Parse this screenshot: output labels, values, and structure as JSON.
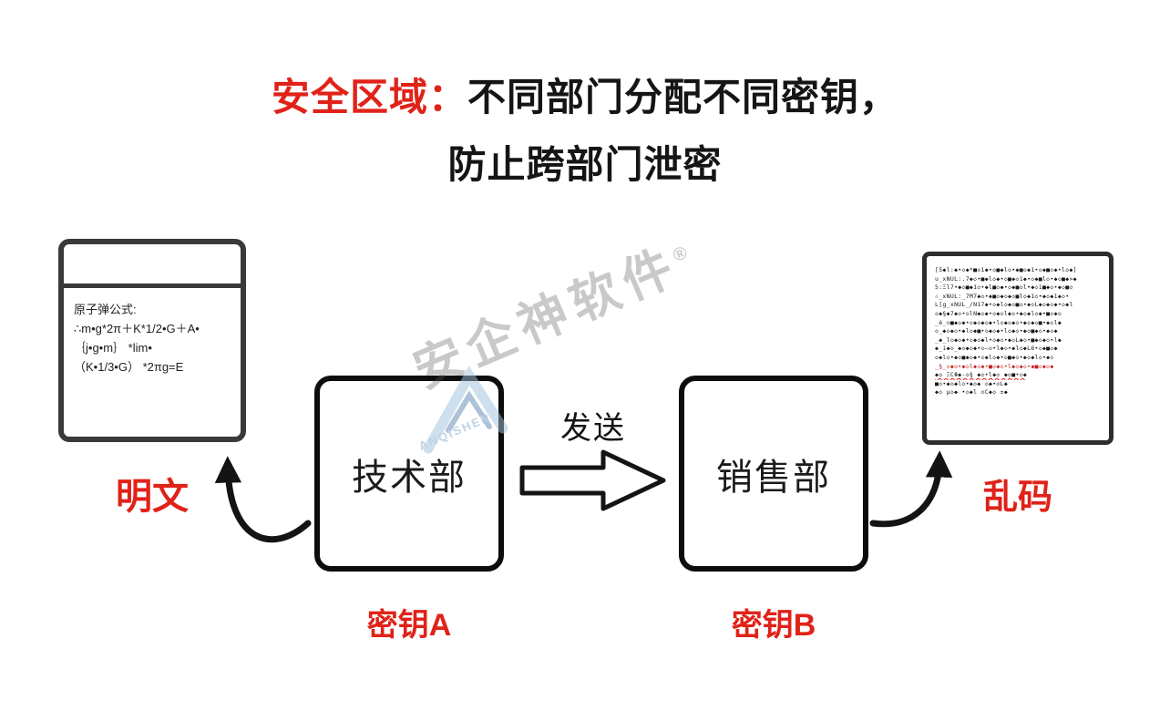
{
  "title": {
    "highlight": "安全区域：",
    "rest": "不同部门分配不同密钥，",
    "line2": "防止跨部门泄密"
  },
  "plaintext_doc": {
    "heading": "原子弹公式:",
    "formula_lines": [
      "∴m•g*2π＋K*1/2•G＋A•",
      "｛j•g•m｝ *lim•",
      "（K•1/3•G） *2πg=E"
    ]
  },
  "boxes": {
    "tech_dept": "技术部",
    "sales_dept": "销售部"
  },
  "labels": {
    "plaintext": "明文",
    "key_a": "密钥A",
    "key_b": "密钥B",
    "send": "发送",
    "garbled": "乱码"
  },
  "garbled_doc": {
    "lines": [
      "[5◆l:◆•◇◆*■◇1◆•◇■◆l◇•◆■◇◆1•◇◆■◇◆•l◇◆]",
      "u_xNUL:.7◆◇•■◆l◇◆•◇■◆◇1◆•◇◆■l◇•◆◇■◆>◆",
      "5:Ξl7•◆◇■◆1◇•◆l■◇◆•◇◆■◇l•◆◇1■◆◇•◆◇■◇",
      "∴_xNUL:_7M7◆◇•◆■◇◆◇◆◇■l◇◆1◇•◆◇◆1◆◇•",
      "L[g_xNUL_/N17◆•◇◆l◇◆◇■◇•◆◇L◆◇◆◇◆•◇◆l",
      "◇◆§◆7◆◇•◇lN◆◇◆•◇◆◇l◆◇•◆◇◆l◇◆•■◇◆◇",
      "_é_◇■◆◇◆•◇◆◇◆◇◆•l◇◆◇◆◇•◆◇◆◇■•◆◇l◆",
      "◇_◆◇◆◇•◆l◇◆■•◇◆◇◆•l◇◆◇•◆◇■◆◇•◆◇◆",
      "_◆_l◇◆◇◆•◇◆◇◆l•◇◆◇•◆◇L◆◇•■◆◇◆◇•l◆",
      "◆_i◆◇_◆◇◆◇◆•◇–◇•l◆◇•◆l◇◆L6•◇◆■◇◆",
      "◇◆l◇•◆◇■◆◇◆•◇◆l◇◆•◇■◆◇•◆◇◆l◇•◆◇",
      "_§_◇◆◇•◆◇l◆◇◆•■◇◆◇•l◆◇◆◇•◆■◇◆◇◆",
      "◆◇ ΞCΦ◆-◇§ ◆◇•l◆◇ ◆◇■•◇◆",
      "■◇•◆◇◆l◇•◆◇◆ ◇◆•◇L◆",
      "◆◇ µ◇◆ •◇◆l ◇C◆◇ ±◆"
    ]
  },
  "watermark": {
    "text": "安企神软件",
    "reg_mark": "®",
    "logo_text": "ANQISHEN"
  },
  "colors": {
    "accent_red": "#e02219",
    "ink": "#141414"
  }
}
